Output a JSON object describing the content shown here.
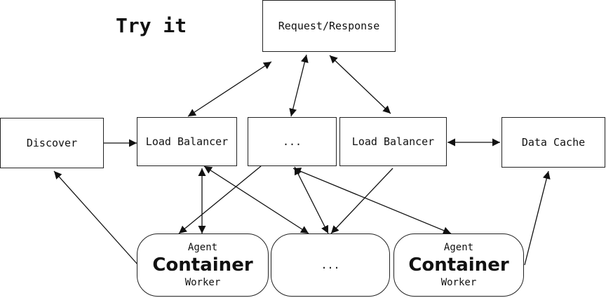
{
  "title": "Try it",
  "nodes": {
    "request_response": "Request/Response",
    "discover": "Discover",
    "load_balancer_1": "Load Balancer",
    "ellipsis_mid": "...",
    "load_balancer_2": "Load Balancer",
    "data_cache": "Data Cache",
    "container_1": {
      "top": "Agent",
      "main": "Container",
      "bottom": "Worker"
    },
    "container_mid": "...",
    "container_2": {
      "top": "Agent",
      "main": "Container",
      "bottom": "Worker"
    }
  },
  "edges": [
    [
      "load_balancer_1",
      "request_response",
      "both"
    ],
    [
      "ellipsis_mid",
      "request_response",
      "both"
    ],
    [
      "load_balancer_2",
      "request_response",
      "both"
    ],
    [
      "discover",
      "load_balancer_1",
      "forward"
    ],
    [
      "load_balancer_2",
      "data_cache",
      "both"
    ],
    [
      "container_1",
      "discover",
      "forward"
    ],
    [
      "container_2",
      "data_cache",
      "forward"
    ],
    [
      "load_balancer_1",
      "container_1",
      "both"
    ],
    [
      "load_balancer_1",
      "container_mid",
      "both"
    ],
    [
      "ellipsis_mid",
      "container_1",
      "forward"
    ],
    [
      "ellipsis_mid",
      "container_mid",
      "both"
    ],
    [
      "ellipsis_mid",
      "container_2",
      "both"
    ],
    [
      "load_balancer_2",
      "container_mid",
      "forward"
    ]
  ]
}
